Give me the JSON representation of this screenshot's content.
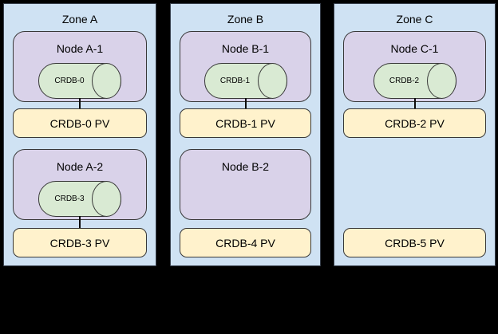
{
  "diagram": {
    "background": "#000000",
    "colors": {
      "zone_fill": "#cfe2f3",
      "node_fill": "#d9d2e9",
      "database_fill": "#d9ead3",
      "pv_fill": "#fff2cc",
      "border": "#383838"
    }
  },
  "zones": [
    {
      "label": "Zone A",
      "nodes": [
        {
          "label": "Node A-1",
          "db": "CRDB-0",
          "connected_to_pv": true
        },
        {
          "label": "Node A-2",
          "db": "CRDB-3",
          "connected_to_pv": true
        }
      ],
      "pvs": [
        "CRDB-0 PV",
        "CRDB-3 PV"
      ]
    },
    {
      "label": "Zone B",
      "nodes": [
        {
          "label": "Node B-1",
          "db": "CRDB-1",
          "connected_to_pv": true
        },
        {
          "label": "Node B-2",
          "db": null,
          "connected_to_pv": false
        }
      ],
      "pvs": [
        "CRDB-1 PV",
        "CRDB-4 PV"
      ]
    },
    {
      "label": "Zone C",
      "nodes": [
        {
          "label": "Node C-1",
          "db": "CRDB-2",
          "connected_to_pv": true
        }
      ],
      "pvs": [
        "CRDB-2 PV",
        "CRDB-5 PV"
      ]
    }
  ]
}
